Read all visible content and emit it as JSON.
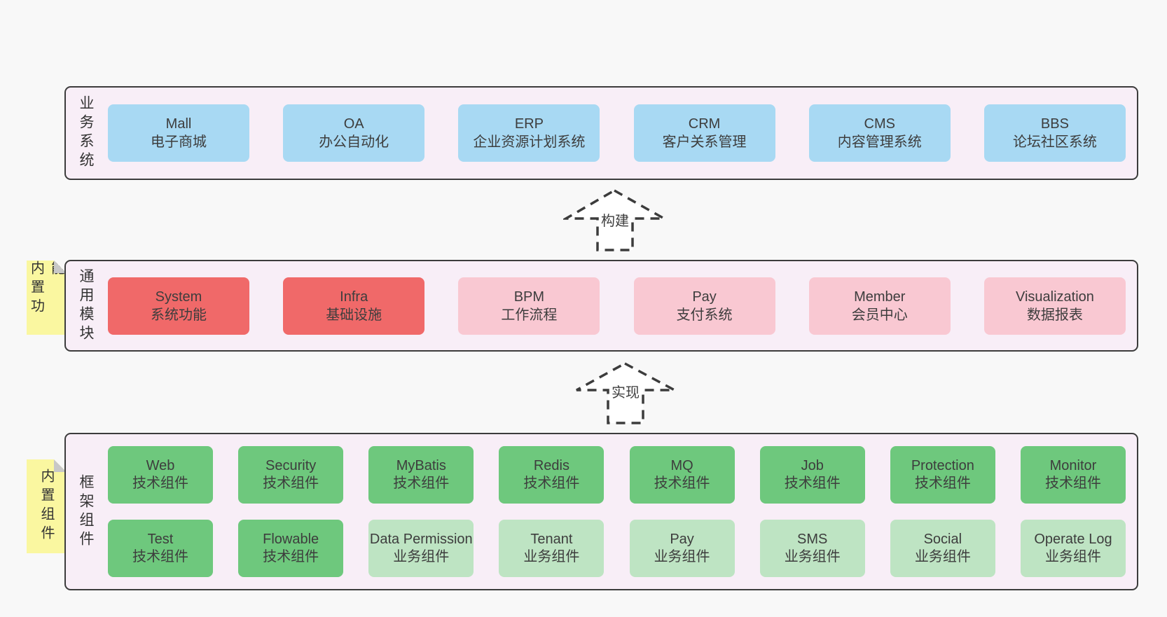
{
  "colors": {
    "page_bg": "#f8f8f8",
    "band_bg": "#f8eef7",
    "border": "#3c3c3c",
    "blue": "#a8d9f3",
    "red": "#f06969",
    "pink": "#f9c8d2",
    "green": "#6ec87d",
    "lightgreen": "#bee4c3",
    "sticky": "#faf7a0",
    "sticky_fold": "#c8c8c8"
  },
  "stickies": [
    {
      "text": "内置功能"
    },
    {
      "text": "内置组件"
    }
  ],
  "arrows": [
    {
      "label": "构建"
    },
    {
      "label": "实现"
    }
  ],
  "bands": [
    {
      "label": "业务系统",
      "boxes": [
        {
          "en": "Mall",
          "zh": "电子商城"
        },
        {
          "en": "OA",
          "zh": "办公自动化"
        },
        {
          "en": "ERP",
          "zh": "企业资源计划系统"
        },
        {
          "en": "CRM",
          "zh": "客户关系管理"
        },
        {
          "en": "CMS",
          "zh": "内容管理系统"
        },
        {
          "en": "BBS",
          "zh": "论坛社区系统"
        }
      ]
    },
    {
      "label": "通用模块",
      "boxes": [
        {
          "en": "System",
          "zh": "系统功能"
        },
        {
          "en": "Infra",
          "zh": "基础设施"
        },
        {
          "en": "BPM",
          "zh": "工作流程"
        },
        {
          "en": "Pay",
          "zh": "支付系统"
        },
        {
          "en": "Member",
          "zh": "会员中心"
        },
        {
          "en": "Visualization",
          "zh": "数据报表"
        }
      ]
    },
    {
      "label": "框架组件",
      "rows": [
        [
          {
            "en": "Web",
            "zh": "技术组件"
          },
          {
            "en": "Security",
            "zh": "技术组件"
          },
          {
            "en": "MyBatis",
            "zh": "技术组件"
          },
          {
            "en": "Redis",
            "zh": "技术组件"
          },
          {
            "en": "MQ",
            "zh": "技术组件"
          },
          {
            "en": "Job",
            "zh": "技术组件"
          },
          {
            "en": "Protection",
            "zh": "技术组件"
          },
          {
            "en": "Monitor",
            "zh": "技术组件"
          }
        ],
        [
          {
            "en": "Test",
            "zh": "技术组件"
          },
          {
            "en": "Flowable",
            "zh": "技术组件"
          },
          {
            "en": "Data Permission",
            "zh": "业务组件"
          },
          {
            "en": "Tenant",
            "zh": "业务组件"
          },
          {
            "en": "Pay",
            "zh": "业务组件"
          },
          {
            "en": "SMS",
            "zh": "业务组件"
          },
          {
            "en": "Social",
            "zh": "业务组件"
          },
          {
            "en": "Operate Log",
            "zh": "业务组件"
          }
        ]
      ]
    }
  ]
}
